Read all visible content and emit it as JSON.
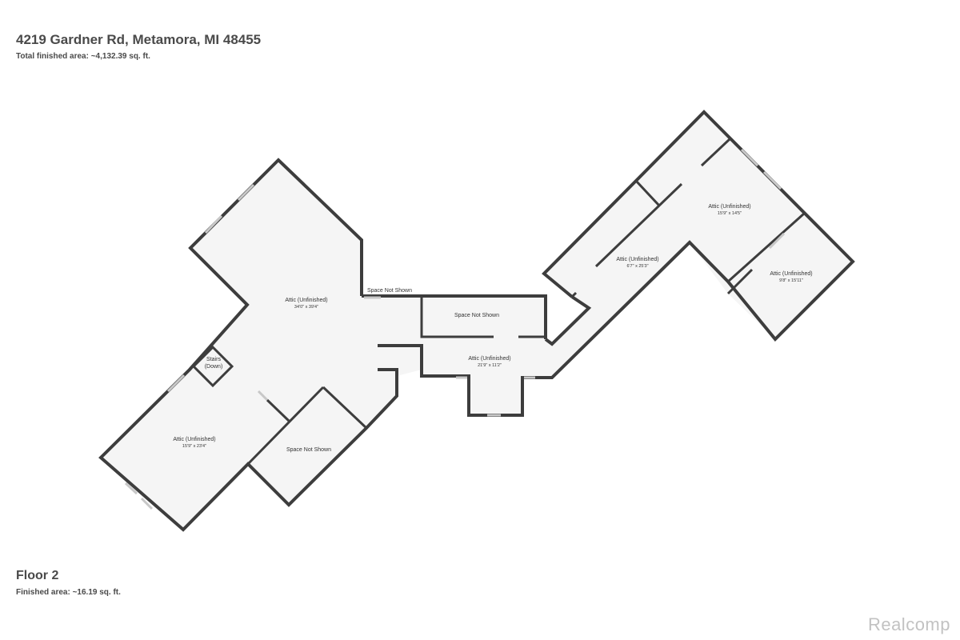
{
  "header": {
    "address": "4219 Gardner Rd, Metamora, MI 48455",
    "total_area": "Total finished area: ~4,132.39 sq. ft."
  },
  "floor": {
    "title": "Floor 2",
    "area": "Finished area: ~16.19 sq. ft."
  },
  "rooms": [
    {
      "name": "Attic (Unfinished)",
      "dims": "34'0\" x 39'4\""
    },
    {
      "name": "Attic (Unfinished)",
      "dims": "15'9\" x 23'4\""
    },
    {
      "name": "Stairs",
      "name2": "(Down)"
    },
    {
      "name": "Space Not Shown"
    },
    {
      "name": "Space Not Shown"
    },
    {
      "name": "Space Not Shown"
    },
    {
      "name": "Attic (Unfinished)",
      "dims": "21'9\" x 11'2\""
    },
    {
      "name": "Attic (Unfinished)",
      "dims": "6'7\" x 25'3\""
    },
    {
      "name": "Attic (Unfinished)",
      "dims": "15'9\" x 14'5\""
    },
    {
      "name": "Attic (Unfinished)",
      "dims": "9'8\" x 15'11\""
    }
  ],
  "brand": "Realcomp"
}
